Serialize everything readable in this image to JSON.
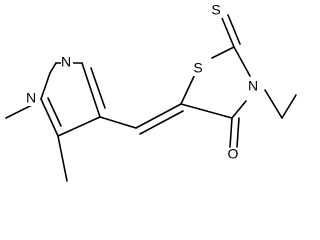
{
  "atoms": {
    "n_pyrazole_2": "N",
    "n_pyrazole_1": "N",
    "s_ring": "S",
    "s_thione": "S",
    "n_thiazolidine": "N",
    "o_carbonyl": "O"
  },
  "colors": {
    "bond": "#000000",
    "background": "#ffffff"
  }
}
